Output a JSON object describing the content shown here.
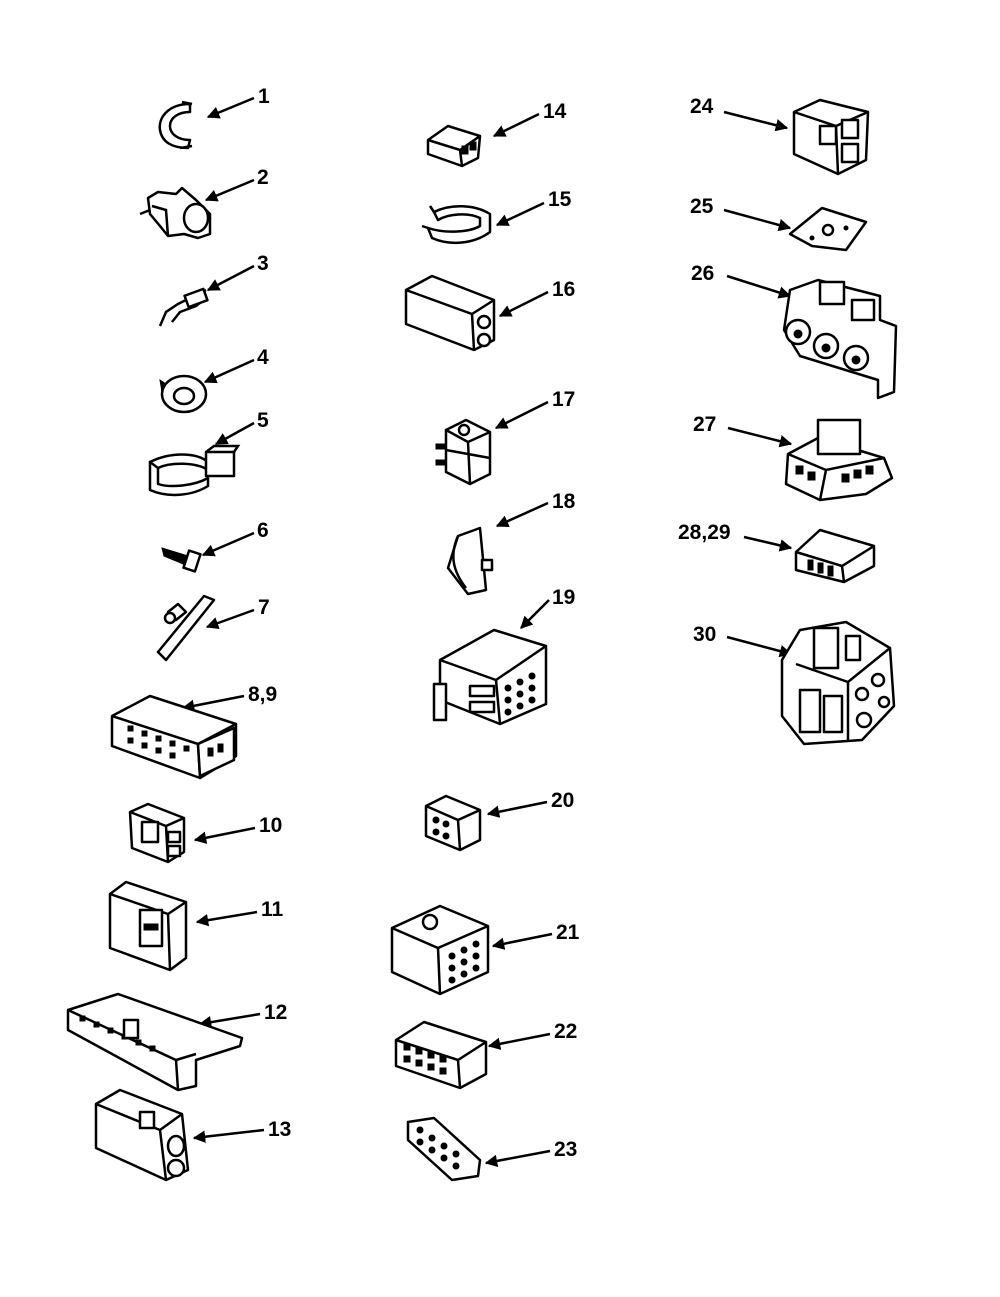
{
  "diagram": {
    "parts": [
      {
        "label": "1"
      },
      {
        "label": "2"
      },
      {
        "label": "3"
      },
      {
        "label": "4"
      },
      {
        "label": "5"
      },
      {
        "label": "6"
      },
      {
        "label": "7"
      },
      {
        "label": "8,9"
      },
      {
        "label": "10"
      },
      {
        "label": "11"
      },
      {
        "label": "12"
      },
      {
        "label": "13"
      },
      {
        "label": "14"
      },
      {
        "label": "15"
      },
      {
        "label": "16"
      },
      {
        "label": "17"
      },
      {
        "label": "18"
      },
      {
        "label": "19"
      },
      {
        "label": "20"
      },
      {
        "label": "21"
      },
      {
        "label": "22"
      },
      {
        "label": "23"
      },
      {
        "label": "24"
      },
      {
        "label": "25"
      },
      {
        "label": "26"
      },
      {
        "label": "27"
      },
      {
        "label": "28,29"
      },
      {
        "label": "30"
      }
    ]
  }
}
